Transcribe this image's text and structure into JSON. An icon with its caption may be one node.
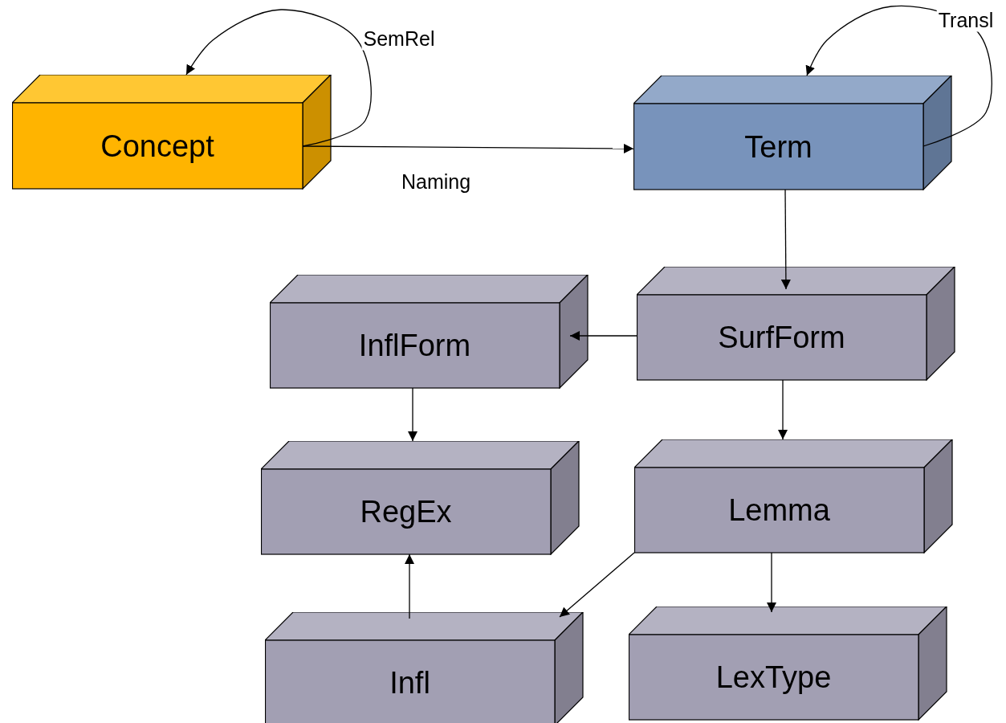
{
  "diagram": {
    "nodes": [
      {
        "text": [
          "Concept"
        ]
      },
      {
        "text": [
          "Term"
        ]
      },
      {
        "text": [
          "SurfForm"
        ]
      },
      {
        "text": [
          "InflForm"
        ]
      },
      {
        "text": [
          "RegEx"
        ]
      },
      {
        "text": [
          "Lemma"
        ]
      },
      {
        "text": [
          "Infl"
        ]
      },
      {
        "text": [
          "LexType"
        ]
      }
    ],
    "edges": [
      {
        "from": 0,
        "to": 0,
        "arrow": "to",
        "label": "SemRel"
      },
      {
        "from": 0,
        "to": 1,
        "arrow": "to",
        "label": "Naming"
      },
      {
        "from": 1,
        "to": 1,
        "arrow": "to",
        "label": "Transl"
      },
      {
        "from": 1,
        "to": 2,
        "arrow": "to"
      },
      {
        "from": 2,
        "to": 3,
        "arrow": "to"
      },
      {
        "from": 3,
        "to": 4,
        "arrow": "to"
      },
      {
        "from": 2,
        "to": 5,
        "arrow": "to"
      },
      {
        "from": 5,
        "to": 6,
        "arrow": "to"
      },
      {
        "from": 5,
        "to": 7,
        "arrow": "to"
      },
      {
        "from": 6,
        "to": 4,
        "arrow": "to"
      }
    ]
  }
}
